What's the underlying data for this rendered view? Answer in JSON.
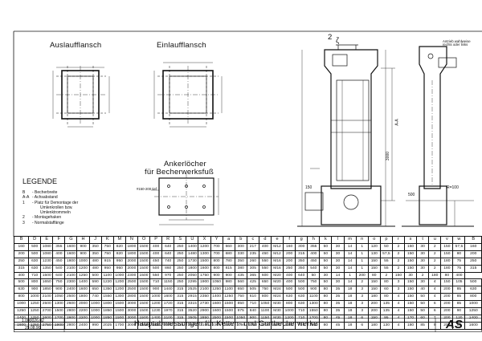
{
  "headings": {
    "outlet_flange": "Auslaufflansch",
    "inlet_flange": "Einlaufflansch",
    "anchor_holes": "Ankerlöcher",
    "anchor_holes_sub": "für Becherwerksfuß"
  },
  "drawing_labels": {
    "drive_note": "Antrieb wahlweise rechts oder links",
    "bolt_note": "#150-200 tief",
    "a_a": "A-A",
    "dim_3000": "3000",
    "dim_150": "150",
    "dim_500": "500",
    "r100": "R=100",
    "dim_2cu": "2",
    "zeta": "ζ"
  },
  "legend": {
    "title": "LEGENDE",
    "items": [
      {
        "key": "B",
        "text": "- Becherbreite"
      },
      {
        "key": "A-A",
        "text": "- Achsabstand"
      },
      {
        "key": "1",
        "text": "- Platz für Demontage der"
      },
      {
        "key": "",
        "text": "Umlenkrollen bzw."
      },
      {
        "key": "",
        "text": "Umlenktrommeln"
      },
      {
        "key": "2",
        "text": "- Montagehaken"
      },
      {
        "key": "3",
        "text": "- Normalstaffänge"
      }
    ]
  },
  "table": {
    "headers": [
      "B",
      "D",
      "E",
      "F",
      "G",
      "H",
      "J",
      "K",
      "M",
      "N",
      "O",
      "P",
      "R",
      "S",
      "U",
      "X",
      "Y",
      "a",
      "b",
      "c",
      "d",
      "e",
      "f",
      "g",
      "h",
      "k",
      "l",
      "m",
      "n",
      "o",
      "p",
      "r",
      "s",
      "t",
      "u",
      "v",
      "w",
      "B"
    ],
    "rows": [
      [
        "160",
        "500",
        "1080",
        "355",
        "1600",
        "900",
        "350",
        "750",
        "820",
        "1800",
        "1500",
        "400",
        "640",
        "250",
        "1400",
        "1200",
        "700",
        "660",
        "300",
        "217",
        "400",
        "M12",
        "160",
        "300",
        "355",
        "50",
        "30",
        "14",
        "1",
        "120",
        "50",
        "2",
        "150",
        "30",
        "2",
        "150",
        "57,5",
        "160"
      ],
      [
        "200",
        "500",
        "1080",
        "400",
        "1600",
        "900",
        "350",
        "750",
        "820",
        "1800",
        "1500",
        "400",
        "640",
        "250",
        "1480",
        "1300",
        "700",
        "680",
        "330",
        "235",
        "450",
        "M12",
        "200",
        "315",
        "400",
        "50",
        "30",
        "14",
        "1",
        "130",
        "57,5",
        "2",
        "150",
        "30",
        "2",
        "150",
        "80",
        "200"
      ],
      [
        "250",
        "630",
        "1230",
        "450",
        "1800",
        "1000",
        "480",
        "915",
        "950",
        "2000",
        "1500",
        "450",
        "740",
        "250",
        "1730",
        "1500",
        "800",
        "780",
        "350",
        "260",
        "550",
        "M16",
        "200",
        "350",
        "450",
        "50",
        "30",
        "14",
        "1",
        "150",
        "55",
        "2",
        "150",
        "30",
        "2",
        "180",
        "75",
        "250"
      ],
      [
        "315",
        "630",
        "1350",
        "540",
        "2100",
        "1200",
        "480",
        "950",
        "950",
        "2000",
        "1500",
        "500",
        "860",
        "250",
        "1800",
        "1600",
        "800",
        "815",
        "380",
        "305",
        "550",
        "M16",
        "250",
        "350",
        "540",
        "50",
        "30",
        "14",
        "1",
        "150",
        "55",
        "2",
        "150",
        "30",
        "2",
        "180",
        "75",
        "315"
      ],
      [
        "400",
        "710",
        "1500",
        "640",
        "2100",
        "1250",
        "500",
        "1100",
        "1000",
        "2300",
        "1500",
        "550",
        "970",
        "250",
        "2050",
        "1750",
        "900",
        "900",
        "435",
        "365",
        "600",
        "M20",
        "400",
        "640",
        "50",
        "30",
        "14",
        "1",
        "200",
        "80",
        "2",
        "150",
        "30",
        "2",
        "180",
        "80",
        "400"
      ],
      [
        "500",
        "800",
        "1650",
        "750",
        "2300",
        "1400",
        "590",
        "1220",
        "1200",
        "2500",
        "1500",
        "710",
        "1150",
        "250",
        "2295",
        "1900",
        "1050",
        "980",
        "560",
        "425",
        "650",
        "M20",
        "400",
        "500",
        "750",
        "50",
        "30",
        "14",
        "2",
        "150",
        "80",
        "3",
        "150",
        "30",
        "4",
        "150",
        "105",
        "500"
      ],
      [
        "630",
        "900",
        "1850",
        "900",
        "2400",
        "1600",
        "650",
        "1350",
        "1200",
        "2500",
        "1500",
        "900",
        "1440",
        "315",
        "2525",
        "2100",
        "1250",
        "1100",
        "650",
        "505",
        "750",
        "M24",
        "500",
        "500",
        "900",
        "80",
        "35",
        "18",
        "3",
        "150",
        "60",
        "3",
        "150",
        "40",
        "4",
        "200",
        "85",
        "630"
      ],
      [
        "800",
        "1000",
        "2100",
        "1050",
        "2500",
        "1800",
        "740",
        "1550",
        "1300",
        "2800",
        "1500",
        "1000",
        "1600",
        "315",
        "2915",
        "2350",
        "1400",
        "1250",
        "750",
        "610",
        "800",
        "M24",
        "630",
        "630",
        "1100",
        "80",
        "35",
        "18",
        "3",
        "180",
        "80",
        "4",
        "150",
        "50",
        "4",
        "200",
        "85",
        "800"
      ],
      [
        "1000",
        "1250",
        "2500",
        "1300",
        "2600",
        "2000",
        "1000",
        "1800",
        "1500",
        "3000",
        "1500",
        "1200",
        "1720",
        "315",
        "3315",
        "2730",
        "1600",
        "1500",
        "850",
        "710",
        "1050",
        "M30",
        "800",
        "630",
        "1300",
        "80",
        "35",
        "18",
        "3",
        "200",
        "135",
        "4",
        "150",
        "50",
        "6",
        "200",
        "85",
        "1000"
      ],
      [
        "1250",
        "1250",
        "2700",
        "1500",
        "2800",
        "2200",
        "1000",
        "1850",
        "1500",
        "3000",
        "1500",
        "1230",
        "1970",
        "315",
        "3520",
        "2900",
        "1600",
        "1500",
        "975",
        "840",
        "1100",
        "M30",
        "1000",
        "710",
        "1550",
        "80",
        "35",
        "18",
        "3",
        "200",
        "135",
        "4",
        "150",
        "50",
        "6",
        "200",
        "90",
        "1250"
      ],
      [
        "1400",
        "1250",
        "2600",
        "1700",
        "2600",
        "2200",
        "1000",
        "1850",
        "1500",
        "3000",
        "1500",
        "1400",
        "2100",
        "315",
        "3505",
        "2850",
        "2500",
        "1500",
        "1050",
        "900",
        "1150",
        "M30",
        "1200",
        "710",
        "1700",
        "80",
        "45",
        "18",
        "6",
        "150",
        "95",
        "4",
        "170",
        "60",
        "7",
        "200",
        "120",
        "1400"
      ],
      [
        "1600",
        "1250",
        "2750",
        "1900",
        "2800",
        "2400",
        "990",
        "2025",
        "1700",
        "3000",
        "1500",
        "1550",
        "2330",
        "315",
        "3800",
        "3150",
        "2300",
        "1600",
        "1050",
        "1050",
        "1200",
        "M30",
        "1250",
        "710",
        "1800",
        "80",
        "45",
        "18",
        "6",
        "180",
        "130",
        "4",
        "180",
        "85",
        "9",
        "200",
        "95",
        "1600"
      ]
    ]
  },
  "footer": {
    "code": "1.000026.02",
    "date": "29.08.90",
    "caption": "Hauptabmessungen für Ketten- und Gurtbecherwerke",
    "logo": "AS"
  }
}
